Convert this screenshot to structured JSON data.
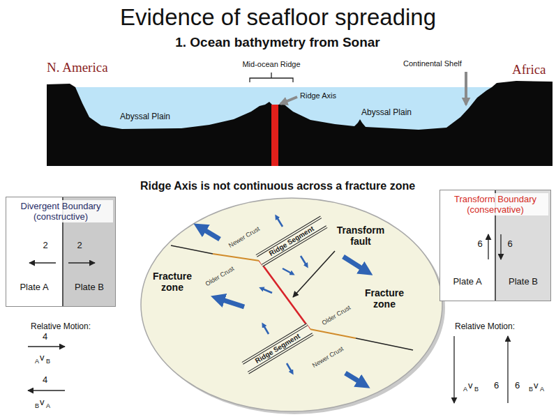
{
  "diagram": {
    "title": "Evidence of seafloor spreading",
    "nodes": [
      {
        "text": [
          "Divergent Boundary (constructive)"
        ]
      },
      {
        "text": [
          "2",
          "Plate A"
        ],
        "in": 0
      },
      {
        "text": [
          "2",
          "Plate B"
        ],
        "in": 0
      },
      {
        "text": [
          "Ridge Segment"
        ]
      },
      {
        "text": [
          "Ridge Segment"
        ]
      },
      {
        "text": [
          "Transform Boundary (conservative)"
        ]
      },
      {
        "text": [
          "6",
          "Plate A"
        ],
        "in": 5
      },
      {
        "text": [
          "6",
          "Plate B"
        ],
        "in": 5
      }
    ],
    "labels": [
      "1. Ocean bathymetry from Sonar",
      "Mid-ocean Ridge",
      "Continental Shelf",
      "N. America",
      "Africa",
      "Ridge Axis",
      "Abyssal Plain",
      "Abyssal Plain",
      "Ridge Axis is not continuous across a fracture zone",
      "Transform fault",
      "Fracture zone",
      "Fracture zone",
      "Newer Crust",
      "Older Crust",
      "Older Crust",
      "Newer Crust",
      "Relative Motion:",
      "4",
      "A",
      "v",
      "B",
      "4",
      "B",
      "v",
      "A",
      "Relative Motion:",
      "A",
      "v",
      "B",
      "6",
      "6",
      "B",
      "v",
      "A"
    ]
  }
}
